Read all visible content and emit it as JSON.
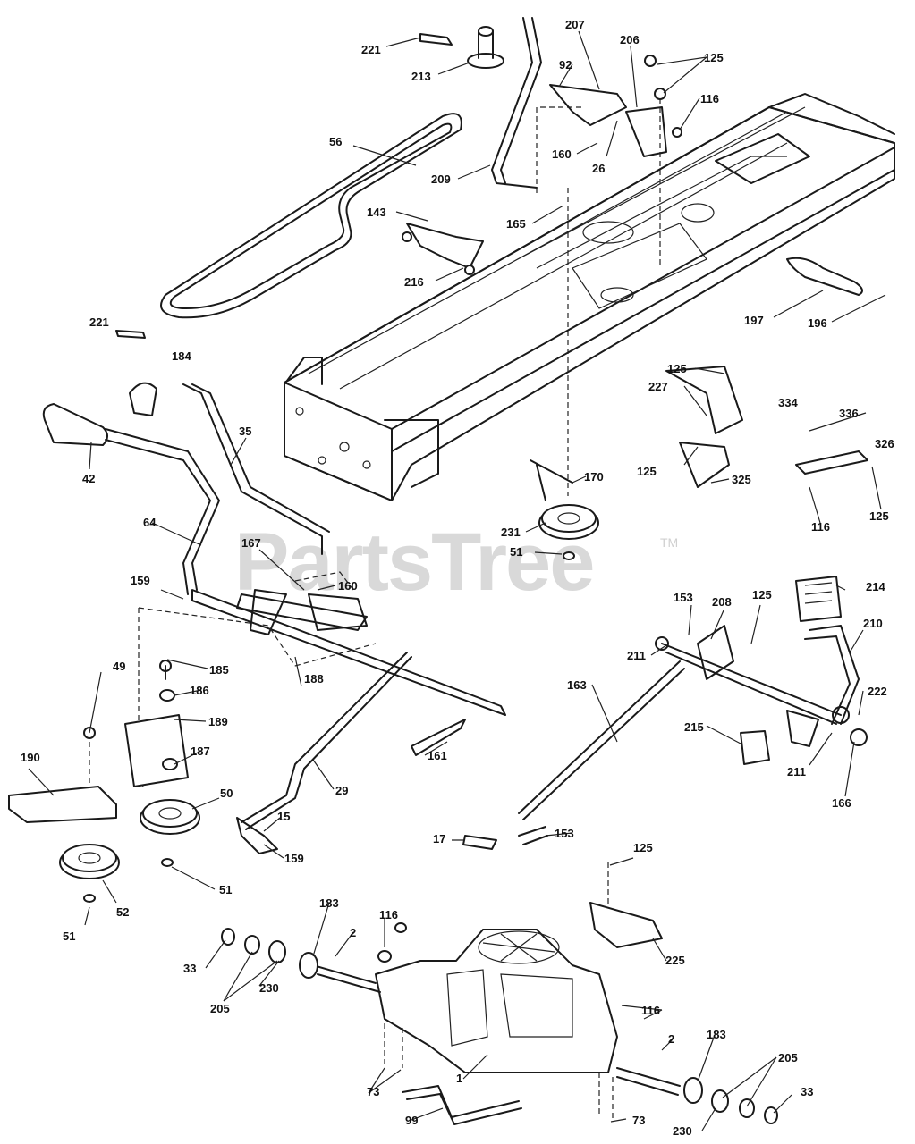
{
  "watermark": {
    "text": "PartsTree",
    "tm": "TM"
  },
  "callouts": [
    {
      "id": "c221a",
      "text": "221"
    },
    {
      "id": "c213",
      "text": "213"
    },
    {
      "id": "c207",
      "text": "207"
    },
    {
      "id": "c206",
      "text": "206"
    },
    {
      "id": "c125a",
      "text": "125"
    },
    {
      "id": "c92",
      "text": "92"
    },
    {
      "id": "c116a",
      "text": "116"
    },
    {
      "id": "c56",
      "text": "56"
    },
    {
      "id": "c160a",
      "text": "160"
    },
    {
      "id": "c26",
      "text": "26"
    },
    {
      "id": "c209",
      "text": "209"
    },
    {
      "id": "c143",
      "text": "143"
    },
    {
      "id": "c165",
      "text": "165"
    },
    {
      "id": "c216",
      "text": "216"
    },
    {
      "id": "c197",
      "text": "197"
    },
    {
      "id": "c196",
      "text": "196"
    },
    {
      "id": "c221b",
      "text": "221"
    },
    {
      "id": "c184",
      "text": "184"
    },
    {
      "id": "c125b",
      "text": "125"
    },
    {
      "id": "c334",
      "text": "334"
    },
    {
      "id": "c227",
      "text": "227"
    },
    {
      "id": "c336",
      "text": "336"
    },
    {
      "id": "c326",
      "text": "326"
    },
    {
      "id": "c35",
      "text": "35"
    },
    {
      "id": "c42",
      "text": "42"
    },
    {
      "id": "c170",
      "text": "170"
    },
    {
      "id": "c125c",
      "text": "125"
    },
    {
      "id": "c325",
      "text": "325"
    },
    {
      "id": "c116b",
      "text": "116"
    },
    {
      "id": "c125d",
      "text": "125"
    },
    {
      "id": "c231",
      "text": "231"
    },
    {
      "id": "c64",
      "text": "64"
    },
    {
      "id": "c51a",
      "text": "51"
    },
    {
      "id": "c167",
      "text": "167"
    },
    {
      "id": "c160b",
      "text": "160"
    },
    {
      "id": "c159a",
      "text": "159"
    },
    {
      "id": "c153a",
      "text": "153"
    },
    {
      "id": "c208",
      "text": "208"
    },
    {
      "id": "c125e",
      "text": "125"
    },
    {
      "id": "c214",
      "text": "214"
    },
    {
      "id": "c210",
      "text": "210"
    },
    {
      "id": "c211a",
      "text": "211"
    },
    {
      "id": "c49",
      "text": "49"
    },
    {
      "id": "c185",
      "text": "185"
    },
    {
      "id": "c186",
      "text": "186"
    },
    {
      "id": "c188",
      "text": "188"
    },
    {
      "id": "c189",
      "text": "189"
    },
    {
      "id": "c163",
      "text": "163"
    },
    {
      "id": "c222",
      "text": "222"
    },
    {
      "id": "c215",
      "text": "215"
    },
    {
      "id": "c187",
      "text": "187"
    },
    {
      "id": "c161",
      "text": "161"
    },
    {
      "id": "c190",
      "text": "190"
    },
    {
      "id": "c211b",
      "text": "211"
    },
    {
      "id": "c166",
      "text": "166"
    },
    {
      "id": "c50",
      "text": "50"
    },
    {
      "id": "c29",
      "text": "29"
    },
    {
      "id": "c15",
      "text": "15"
    },
    {
      "id": "c17",
      "text": "17"
    },
    {
      "id": "c153b",
      "text": "153"
    },
    {
      "id": "c125f",
      "text": "125"
    },
    {
      "id": "c159b",
      "text": "159"
    },
    {
      "id": "c51b",
      "text": "51"
    },
    {
      "id": "c52",
      "text": "52"
    },
    {
      "id": "c51c",
      "text": "51"
    },
    {
      "id": "c183a",
      "text": "183"
    },
    {
      "id": "c116c",
      "text": "116"
    },
    {
      "id": "c2a",
      "text": "2"
    },
    {
      "id": "c225",
      "text": "225"
    },
    {
      "id": "c33a",
      "text": "33"
    },
    {
      "id": "c230a",
      "text": "230"
    },
    {
      "id": "c205a",
      "text": "205"
    },
    {
      "id": "c116d",
      "text": "116"
    },
    {
      "id": "c2b",
      "text": "2"
    },
    {
      "id": "c183b",
      "text": "183"
    },
    {
      "id": "c73a",
      "text": "73"
    },
    {
      "id": "c1",
      "text": "1"
    },
    {
      "id": "c205b",
      "text": "205"
    },
    {
      "id": "c33b",
      "text": "33"
    },
    {
      "id": "c99",
      "text": "99"
    },
    {
      "id": "c73b",
      "text": "73"
    },
    {
      "id": "c230b",
      "text": "230"
    }
  ]
}
